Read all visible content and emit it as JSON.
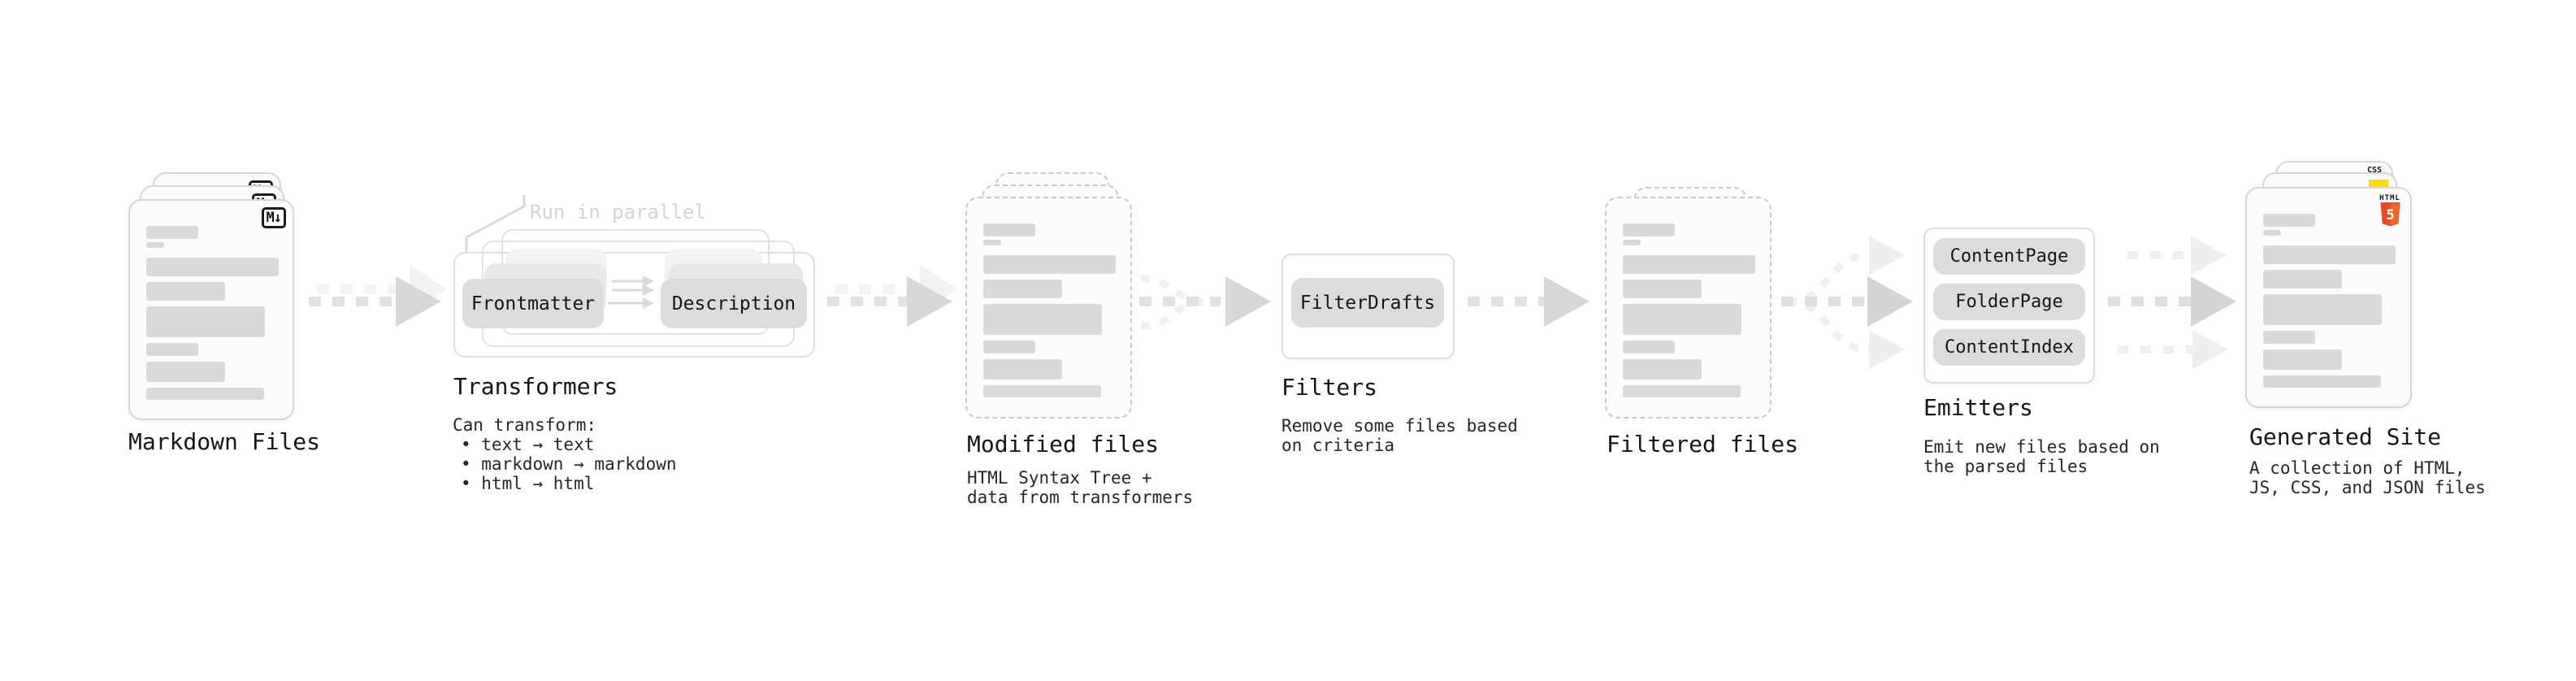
{
  "colors": {
    "html5_orange": "#e44d26",
    "js_yellow": "#fede00",
    "css_blue": "#2965f1",
    "box_gray": "#dcdcdc"
  },
  "stages": {
    "markdown": {
      "heading": "Markdown Files",
      "badge": "M↓"
    },
    "transformers": {
      "heading": "Transformers",
      "callout": "Run in parallel",
      "boxes": [
        "Frontmatter",
        "Description"
      ],
      "note_title": "Can transform:",
      "bullets": [
        "• text → text",
        "• markdown → markdown",
        "• html → html"
      ]
    },
    "modified": {
      "heading": "Modified files",
      "note": [
        "HTML Syntax Tree +",
        "data from transformers"
      ]
    },
    "filters": {
      "heading": "Filters",
      "box": "FilterDrafts",
      "note": [
        "Remove some files based",
        "on criteria"
      ]
    },
    "filtered": {
      "heading": "Filtered files"
    },
    "emitters": {
      "heading": "Emitters",
      "boxes": [
        "ContentPage",
        "FolderPage",
        "ContentIndex"
      ],
      "note": [
        "Emit new files based on",
        "the parsed files"
      ]
    },
    "generated": {
      "heading": "Generated Site",
      "badges": {
        "css": "CSS",
        "html": "HTML",
        "html5": "5"
      },
      "note": [
        "A collection of HTML,",
        "JS, CSS, and JSON files"
      ]
    }
  }
}
